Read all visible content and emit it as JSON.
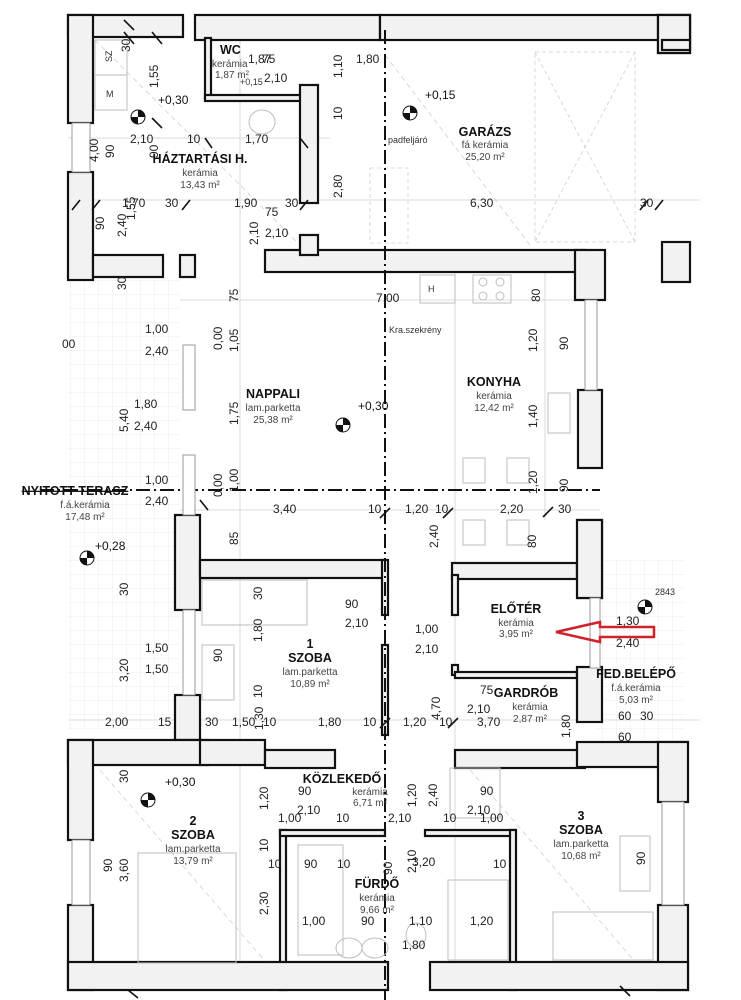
{
  "rooms": [
    {
      "id": "wc",
      "name": "WC",
      "material": "kerámia",
      "area": "1,87 m²"
    },
    {
      "id": "haztartasi",
      "name": "HÁZTARTÁSI H.",
      "material": "kerámia",
      "area": "13,43 m²"
    },
    {
      "id": "garazs",
      "name": "GARÁZS",
      "material": "fá kerámia",
      "area": "25,20 m²"
    },
    {
      "id": "nappali",
      "name": "NAPPALI",
      "material": "lam.parketta",
      "area": "25,38 m²"
    },
    {
      "id": "konyha",
      "name": "KONYHA",
      "material": "kerámia",
      "area": "12,42 m²"
    },
    {
      "id": "terasz",
      "name": "NYITOTT TERASZ",
      "material": "f.á.kerámia",
      "area": "17,48 m²"
    },
    {
      "id": "szoba1",
      "number": "1",
      "name": "SZOBA",
      "material": "lam.parketta",
      "area": "10,89 m²"
    },
    {
      "id": "eloter",
      "name": "ELŐTÉR",
      "material": "kerámia",
      "area": "3,95 m²"
    },
    {
      "id": "gardrob",
      "name": "GARDRÓB",
      "material": "kerámia",
      "area": "2,87 m²"
    },
    {
      "id": "fedbelepo",
      "name": "FED.BELÉPŐ",
      "material": "f.á.kerámia",
      "area": "5,03 m²"
    },
    {
      "id": "szoba2",
      "number": "2",
      "name": "SZOBA",
      "material": "lam.parketta",
      "area": "13,79 m²"
    },
    {
      "id": "kozlekedo",
      "name": "KÖZLEKEDŐ",
      "material": "kerámia",
      "area": "6,71 m²"
    },
    {
      "id": "furdo",
      "name": "FÜRDŐ",
      "material": "kerámia",
      "area": "9,66 m²"
    },
    {
      "id": "szoba3",
      "number": "3",
      "name": "SZOBA",
      "material": "lam.parketta",
      "area": "10,68 m²"
    }
  ],
  "levels": {
    "haztartasi": "+0,30",
    "wc": "+0,15",
    "garazs": "+0,15",
    "nappali": "+0,30",
    "terasz": "+0,28",
    "szoba2": "+0,30",
    "fedbelepo": "2843"
  },
  "annotations": {
    "padfeljaro": "padfeljáró",
    "kra_szekreny": "Kra.szekrény",
    "heater": "H",
    "sz": "SZ",
    "m": "M"
  },
  "arrow": {
    "color": "#d0222a",
    "points_to": "ELŐTÉR"
  },
  "dimensions": {
    "top": [
      "30",
      "1,55",
      "2,10",
      "10",
      "1,70",
      "90",
      "4,00",
      "90",
      "1,70",
      "30",
      "1,90",
      "75",
      "30",
      "2,40",
      "1,55",
      "90",
      "2,10",
      "2,10",
      "1,80",
      "1,10",
      "10",
      "2,80",
      "6,30",
      "30",
      "1,87",
      "75",
      "2,10"
    ],
    "middle": [
      "75",
      "7,00",
      "80",
      "1,05",
      "0,00",
      "1,75",
      "1,20",
      "90",
      "1,40",
      "1,00",
      "0,00",
      "1,20",
      "90",
      "3,40",
      "10",
      "1,20",
      "10",
      "2,20",
      "30",
      "85",
      "2,40",
      "80"
    ],
    "terrace": [
      "30",
      "1,00",
      "2,40",
      "1,80",
      "5,40",
      "2,40",
      "1,00",
      "2,40",
      "30",
      "1,50",
      "3,20",
      "1,50",
      "2,00",
      "15",
      "00"
    ],
    "szoba1": [
      "30",
      "1,80",
      "90",
      "90",
      "2,10",
      "10",
      "30",
      "1,50",
      "1,30",
      "10",
      "1,80",
      "10"
    ],
    "center": [
      "1,00",
      "2,10",
      "4,70",
      "1,20",
      "10",
      "2,10",
      "3,70",
      "75"
    ],
    "fedbelepo": [
      "1,30",
      "2,40",
      "60",
      "30",
      "60",
      "1,80"
    ],
    "bottom": [
      "30",
      "1,20",
      "10",
      "2,30",
      "90",
      "3,60",
      "90",
      "2,10",
      "1,00",
      "10",
      "10",
      "90",
      "10",
      "1,00",
      "90",
      "1,10",
      "1,20",
      "1,80",
      "2,10",
      "90",
      "3,20",
      "2,10",
      "1,20",
      "2,40",
      "90",
      "2,10",
      "1,00",
      "10",
      "10",
      "90"
    ]
  }
}
